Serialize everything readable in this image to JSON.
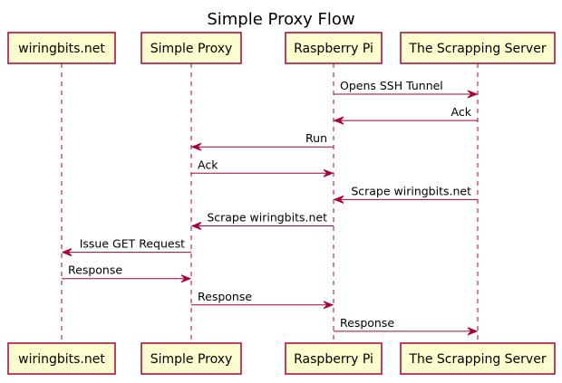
{
  "title": "Simple Proxy Flow",
  "colors": {
    "box_fill": "#FEFECE",
    "border": "#A80036",
    "text": "#000000",
    "background": "#FFFFFF"
  },
  "participants": [
    {
      "id": "wiringbits",
      "label": "wiringbits.net"
    },
    {
      "id": "proxy",
      "label": "Simple Proxy"
    },
    {
      "id": "pi",
      "label": "Raspberry Pi"
    },
    {
      "id": "server",
      "label": "The Scrapping Server"
    }
  ],
  "messages": [
    {
      "from": "pi",
      "to": "server",
      "label": "Opens SSH Tunnel"
    },
    {
      "from": "server",
      "to": "pi",
      "label": "Ack"
    },
    {
      "from": "pi",
      "to": "proxy",
      "label": "Run"
    },
    {
      "from": "proxy",
      "to": "pi",
      "label": "Ack"
    },
    {
      "from": "server",
      "to": "pi",
      "label": "Scrape wiringbits.net"
    },
    {
      "from": "pi",
      "to": "proxy",
      "label": "Scrape wiringbits.net"
    },
    {
      "from": "proxy",
      "to": "wiringbits",
      "label": "Issue GET Request"
    },
    {
      "from": "wiringbits",
      "to": "proxy",
      "label": "Response"
    },
    {
      "from": "proxy",
      "to": "pi",
      "label": "Response"
    },
    {
      "from": "pi",
      "to": "server",
      "label": "Response"
    }
  ]
}
